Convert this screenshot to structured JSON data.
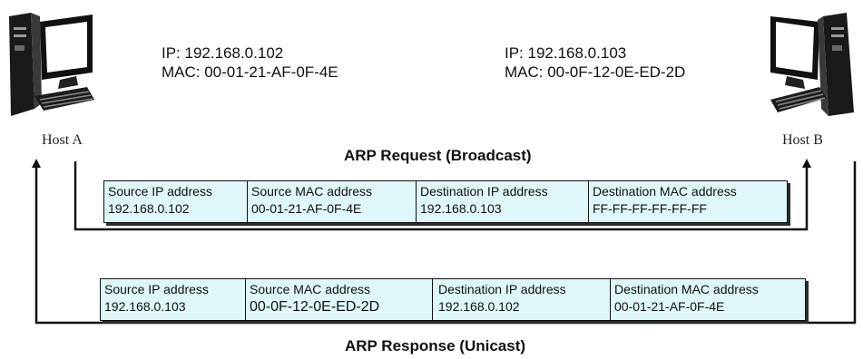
{
  "host_a": {
    "label": "Host A",
    "ip": "IP: 192.168.0.102",
    "mac": "MAC: 00-01-21-AF-0F-4E"
  },
  "host_b": {
    "label": "Host B",
    "ip": "IP: 192.168.0.103",
    "mac": "MAC: 00-0F-12-0E-ED-2D"
  },
  "request": {
    "caption": "ARP Request (Broadcast)",
    "fields": [
      {
        "name": "Source IP address",
        "value": "192.168.0.102"
      },
      {
        "name": "Source MAC address",
        "value": "00-01-21-AF-0F-4E"
      },
      {
        "name": "Destination IP address",
        "value": "192.168.0.103"
      },
      {
        "name": "Destination MAC address",
        "value": "FF-FF-FF-FF-FF-FF"
      }
    ]
  },
  "response": {
    "caption": "ARP Response (Unicast)",
    "fields": [
      {
        "name": "Source IP address",
        "value": "192.168.0.103"
      },
      {
        "name": "Source MAC address",
        "value": "00-0F-12-0E-ED-2D"
      },
      {
        "name": "Destination IP address",
        "value": "192.168.0.102"
      },
      {
        "name": "Destination MAC address",
        "value": "00-01-21-AF-0F-4E"
      }
    ]
  },
  "colors": {
    "packet_fill": "#dff7f8",
    "line": "#111111"
  },
  "icons": {
    "host_a": "computer-icon",
    "host_b": "computer-icon"
  }
}
